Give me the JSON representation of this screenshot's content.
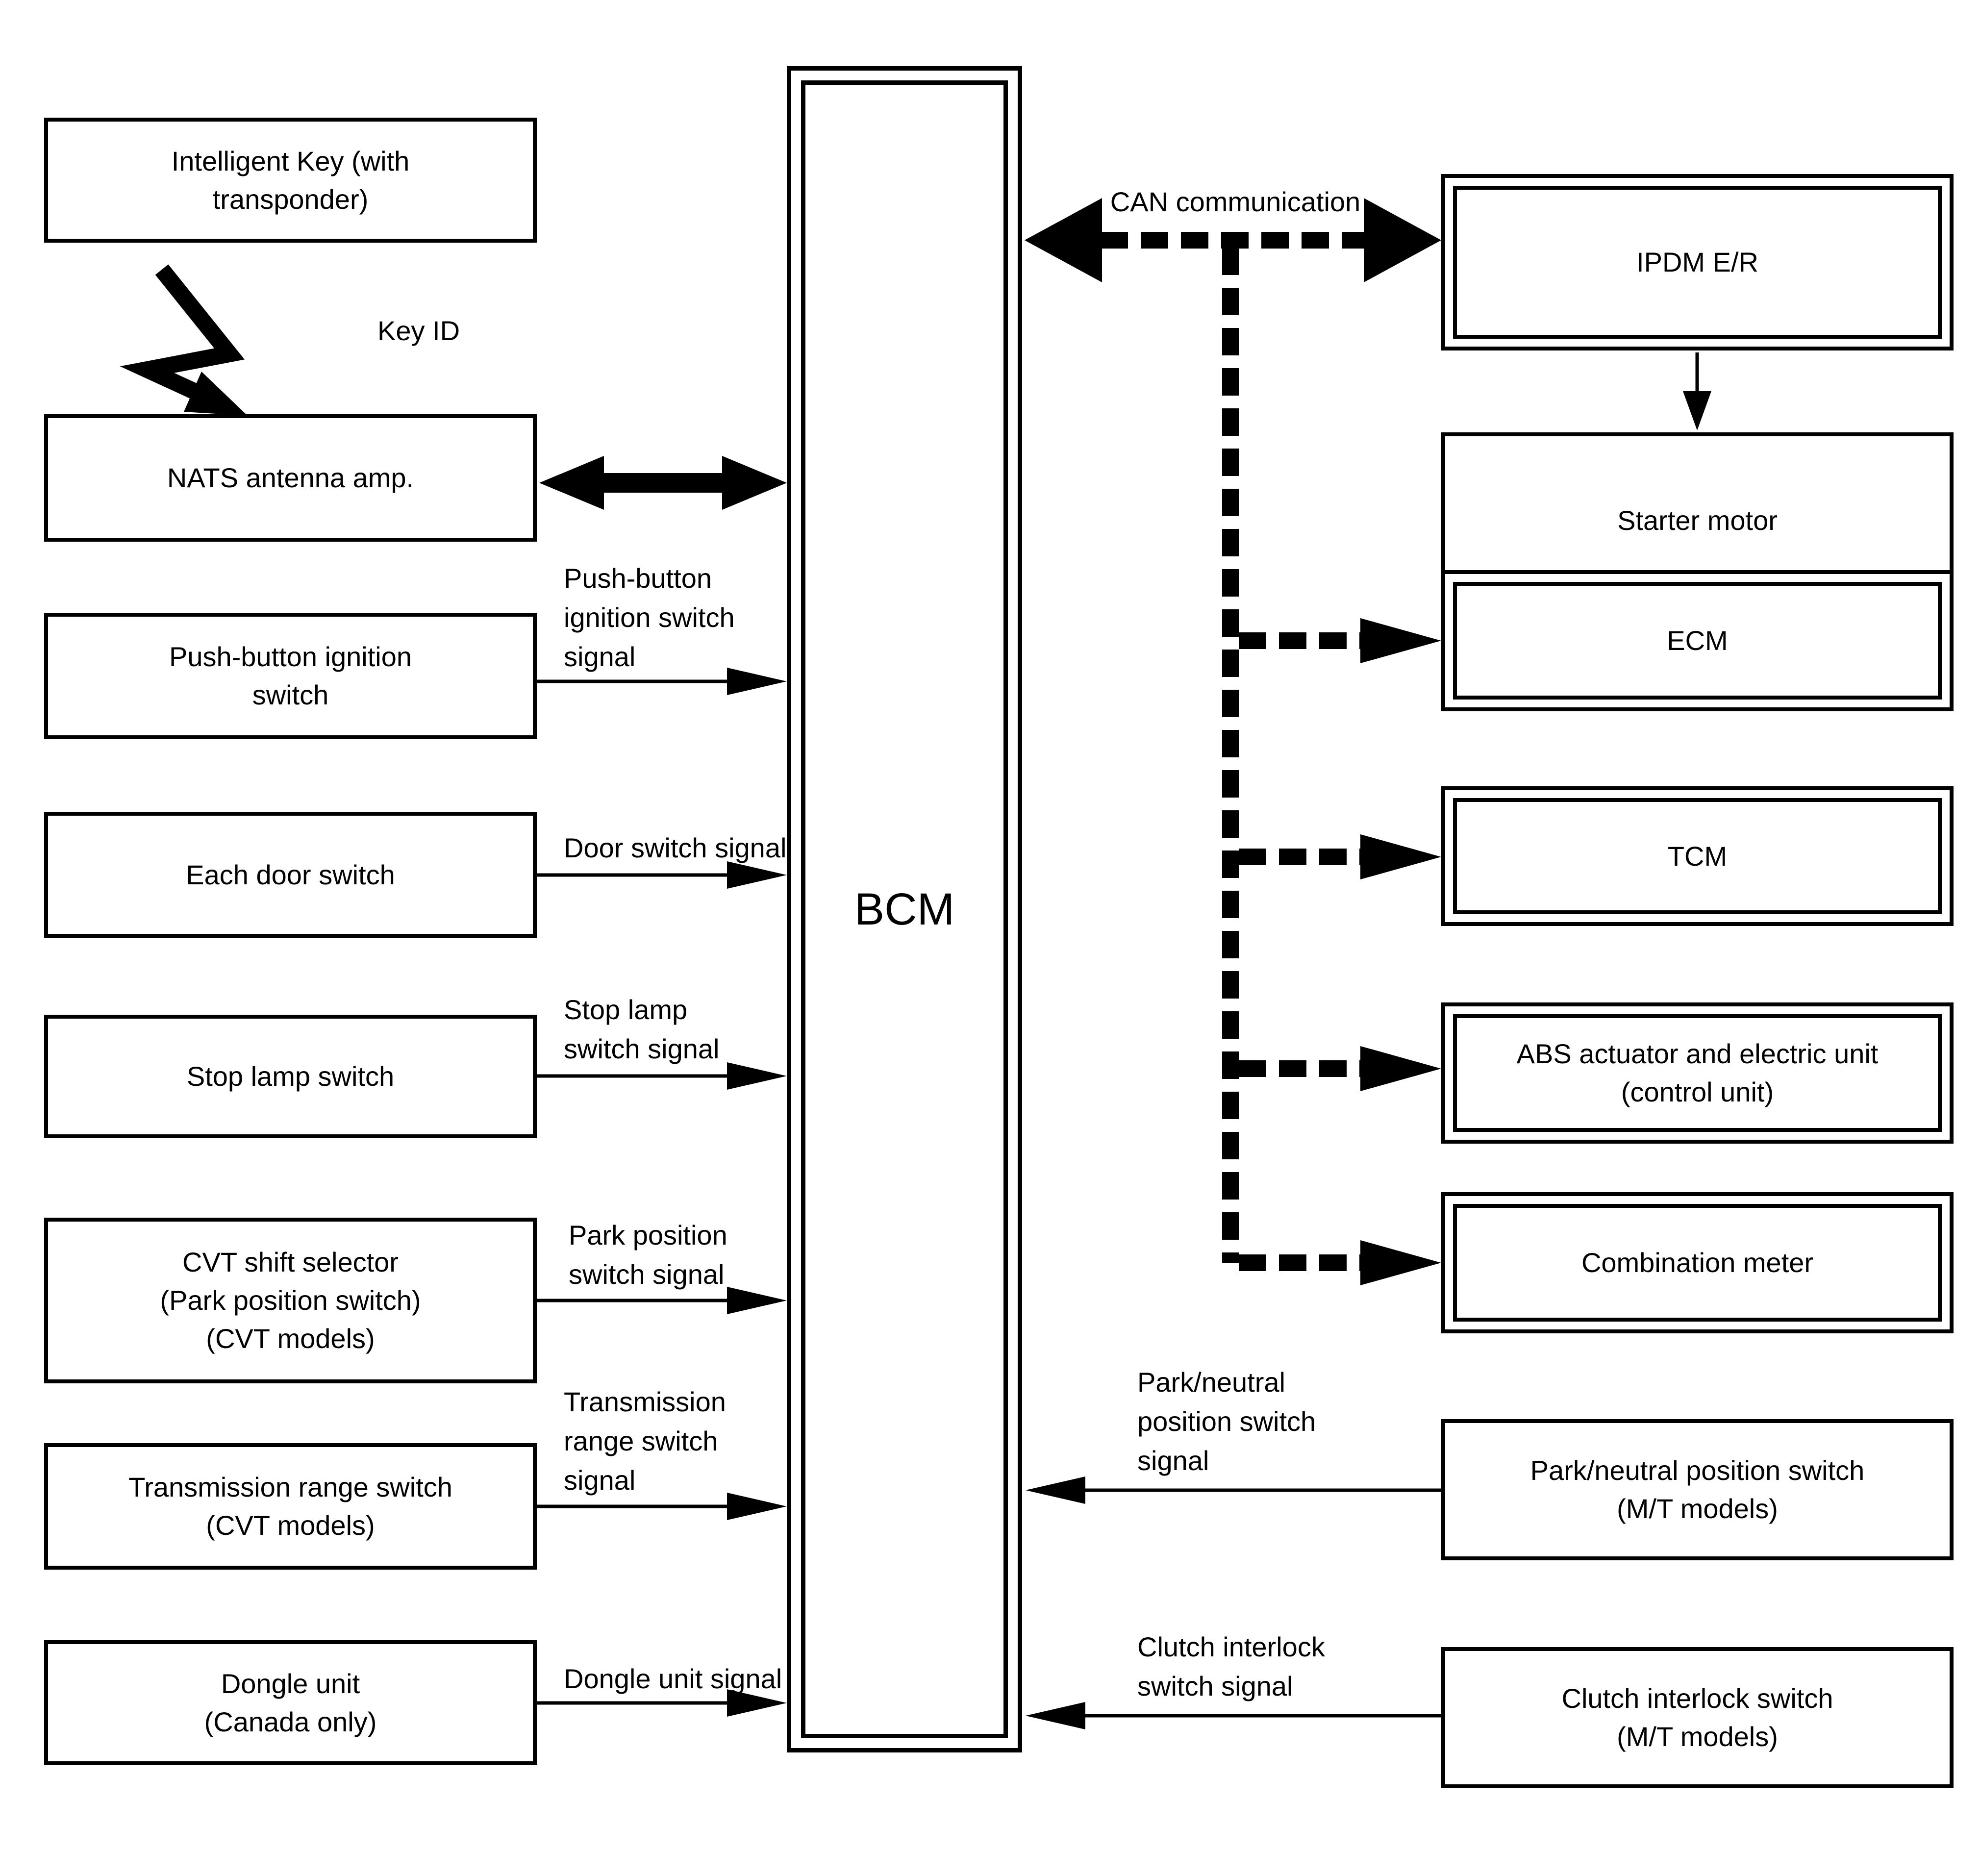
{
  "bcm": {
    "label": "BCM"
  },
  "annotations": {
    "key_id": "Key ID",
    "can": "CAN communication"
  },
  "left_boxes": [
    {
      "id": "intelligent-key",
      "text": "Intelligent Key (with\ntransponder)"
    },
    {
      "id": "nats-antenna-amp",
      "text": "NATS antenna amp."
    },
    {
      "id": "push-button-ignition-switch",
      "text": "Push-button ignition\nswitch"
    },
    {
      "id": "each-door-switch",
      "text": "Each door switch"
    },
    {
      "id": "stop-lamp-switch",
      "text": "Stop lamp switch"
    },
    {
      "id": "cvt-shift-selector",
      "text": "CVT shift selector\n(Park position switch)\n(CVT models)"
    },
    {
      "id": "transmission-range-switch",
      "text": "Transmission range switch\n(CVT models)"
    },
    {
      "id": "dongle-unit",
      "text": "Dongle unit\n(Canada only)"
    }
  ],
  "right_boxes": [
    {
      "id": "ipdm-er",
      "text": "IPDM E/R"
    },
    {
      "id": "starter-motor",
      "text": "Starter motor"
    },
    {
      "id": "ecm",
      "text": "ECM"
    },
    {
      "id": "tcm",
      "text": "TCM"
    },
    {
      "id": "abs-actuator",
      "text": "ABS actuator and electric unit\n(control unit)"
    },
    {
      "id": "combination-meter",
      "text": "Combination meter"
    },
    {
      "id": "park-neutral-position-switch",
      "text": "Park/neutral position switch\n(M/T models)"
    },
    {
      "id": "clutch-interlock-switch",
      "text": "Clutch interlock switch\n(M/T models)"
    }
  ],
  "signal_labels": [
    {
      "id": "push-button-signal",
      "text": "Push-button\nignition switch\nsignal"
    },
    {
      "id": "door-switch-signal",
      "text": "Door switch signal"
    },
    {
      "id": "stop-lamp-signal",
      "text": "Stop lamp\nswitch signal"
    },
    {
      "id": "park-position-signal",
      "text": "Park position\nswitch signal"
    },
    {
      "id": "transmission-range-signal",
      "text": "Transmission\nrange switch\nsignal"
    },
    {
      "id": "dongle-unit-signal",
      "text": "Dongle unit signal"
    },
    {
      "id": "park-neutral-signal",
      "text": "Park/neutral\nposition switch\nsignal"
    },
    {
      "id": "clutch-interlock-signal",
      "text": "Clutch interlock\nswitch signal"
    }
  ]
}
